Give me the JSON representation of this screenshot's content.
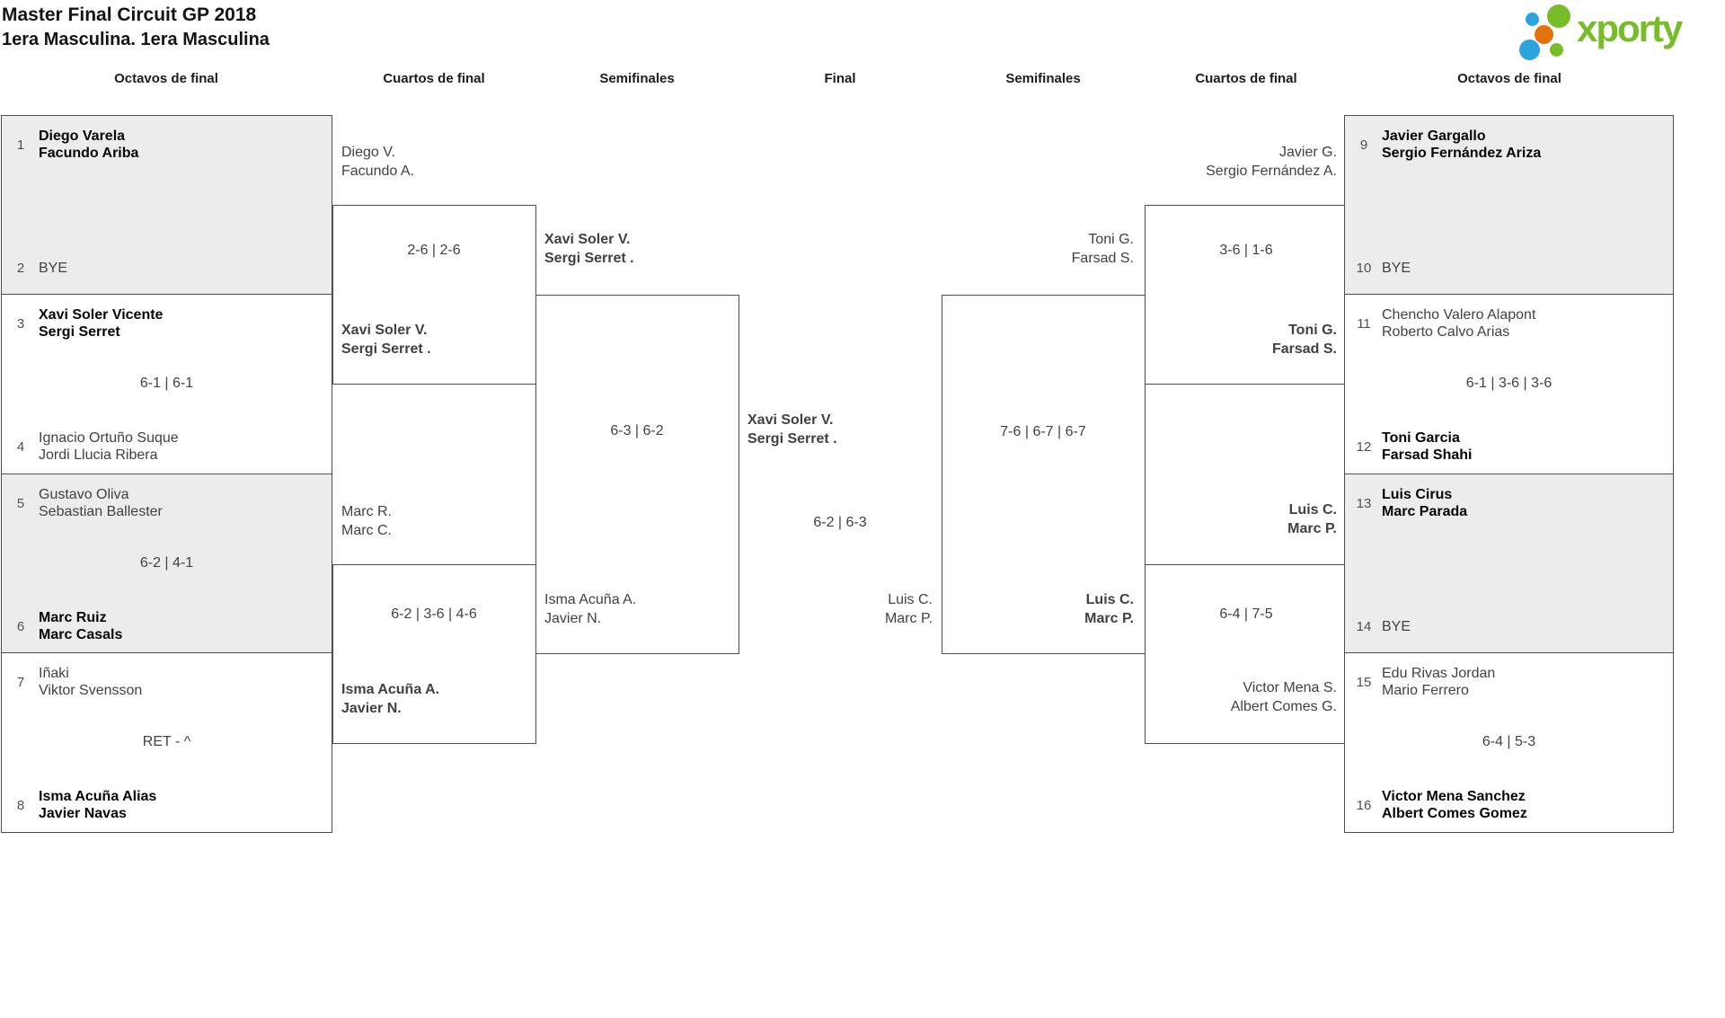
{
  "header": {
    "title": "Master Final Circuit GP 2018",
    "subtitle": "1era Masculina. 1era Masculina"
  },
  "logo": {
    "brand": "xporty",
    "green": "#77bc29",
    "blue": "#2ba4dd",
    "orange": "#e2710e"
  },
  "rounds": [
    "Octavos de final",
    "Cuartos de final",
    "Semifinales",
    "Final",
    "Semifinales",
    "Cuartos de final",
    "Octavos de final"
  ],
  "r16_left": [
    {
      "seed_top": "1",
      "top1": "Diego Varela",
      "top2": "Facundo Ariba",
      "score": "",
      "seed_bottom": "2",
      "bottom1": "BYE"
    },
    {
      "seed_top": "3",
      "top1": "Xavi Soler Vicente",
      "top2": "Sergi Serret",
      "score": "6-1 | 6-1",
      "seed_bottom": "4",
      "bottom1": "Ignacio Ortuño Suque",
      "bottom2": "Jordi Llucia Ribera"
    },
    {
      "seed_top": "5",
      "top1": "Gustavo Oliva",
      "top2": "Sebastian Ballester",
      "score": "6-2 | 4-1",
      "seed_bottom": "6",
      "bottom1": "Marc Ruiz",
      "bottom2": "Marc Casals"
    },
    {
      "seed_top": "7",
      "top1": "Iñaki",
      "top2": "Viktor Svensson",
      "score": "RET - ^",
      "seed_bottom": "8",
      "bottom1": "Isma Acuña Alias",
      "bottom2": "Javier Navas"
    }
  ],
  "r16_right": [
    {
      "seed_top": "9",
      "top1": "Javier Gargallo",
      "top2": "Sergio Fernández Ariza",
      "score": "",
      "seed_bottom": "10",
      "bottom1": "BYE"
    },
    {
      "seed_top": "11",
      "top1": "Chencho Valero Alapont",
      "top2": "Roberto Calvo Arias",
      "score": "6-1 | 3-6 | 3-6",
      "seed_bottom": "12",
      "bottom1": "Toni Garcia",
      "bottom2": "Farsad Shahi"
    },
    {
      "seed_top": "13",
      "top1": "Luis Cirus",
      "top2": "Marc Parada",
      "score": "",
      "seed_bottom": "14",
      "bottom1": "BYE"
    },
    {
      "seed_top": "15",
      "top1": "Edu Rivas Jordan",
      "top2": "Mario Ferrero",
      "score": "6-4 | 5-3",
      "seed_bottom": "16",
      "bottom1": "Victor Mena Sanchez",
      "bottom2": "Albert Comes Gomez"
    }
  ],
  "qf_left": [
    {
      "top1": "Diego V.",
      "top2": "Facundo A.",
      "score": "2-6 | 2-6",
      "bottom1": "Xavi Soler V.",
      "bottom2": "Sergi Serret ."
    },
    {
      "top1": "Marc R.",
      "top2": "Marc C.",
      "score": "6-2 | 3-6 | 4-6",
      "bottom1": "Isma Acuña A.",
      "bottom2": "Javier N."
    }
  ],
  "qf_right": [
    {
      "top1": "Javier G.",
      "top2": "Sergio Fernández A.",
      "score": "3-6 | 1-6",
      "bottom1": "Toni G.",
      "bottom2": "Farsad S."
    },
    {
      "top1": "Luis C.",
      "top2": "Marc P.",
      "score": "6-4 | 7-5",
      "bottom1": "Victor Mena S.",
      "bottom2": "Albert Comes G."
    }
  ],
  "sf_left": {
    "top1": "Xavi Soler V.",
    "top2": "Sergi Serret .",
    "score": "6-3 | 6-2",
    "bottom1": "Isma Acuña A.",
    "bottom2": "Javier N."
  },
  "sf_right": {
    "top1": "Toni G.",
    "top2": "Farsad S.",
    "score": "7-6 | 6-7 | 6-7",
    "bottom1": "Luis C.",
    "bottom2": "Marc P."
  },
  "final": {
    "top1": "Xavi Soler V.",
    "top2": "Sergi Serret .",
    "score": "6-2 | 6-3",
    "bottom1": "Luis C.",
    "bottom2": "Marc P."
  }
}
